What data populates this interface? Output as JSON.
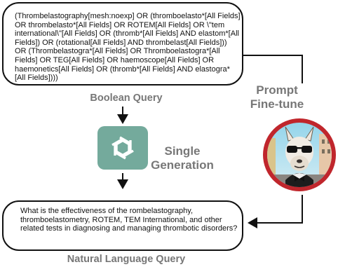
{
  "boolean_query": {
    "text": "(Thrombelastography[mesh:noexp] OR (thromboelasto*[All Fields] OR thrombelasto*[All Fields] OR ROTEM[All Fields] OR \\\"tem international\\\"[All Fields] OR (thromb*[All Fields] AND elastom*[All Fields]) OR (rotational[All Fields] AND thrombelast[All Fields])) OR (Thrombelastogra*[All Fields] OR Thromboelastogra*[All Fields] OR TEG[All Fields] OR haemoscope[All Fields] OR haemonetics[All Fields] OR (thromb*[All Fields] AND elastogra*[All Fields])))",
    "label": "Boolean Query"
  },
  "generation": {
    "label_line1": "Single",
    "label_line2": "Generation",
    "logo_icon": "chatgpt-openai-logo-icon"
  },
  "prompt_finetune": {
    "label_line1": "Prompt",
    "label_line2": "Fine-tune",
    "avatar_icon": "llama-sunglasses-avatar-icon"
  },
  "natural_language_query": {
    "text": "What is the effectiveness of the rombelastography, thromboelastometry, ROTEM, TEM International, and other related tests in diagnosing and managing thrombotic disorders?",
    "label": "Natural Language Query"
  },
  "colors": {
    "logo_bg": "#74aa9c",
    "avatar_ring": "#c0262c",
    "caption": "#777777"
  }
}
